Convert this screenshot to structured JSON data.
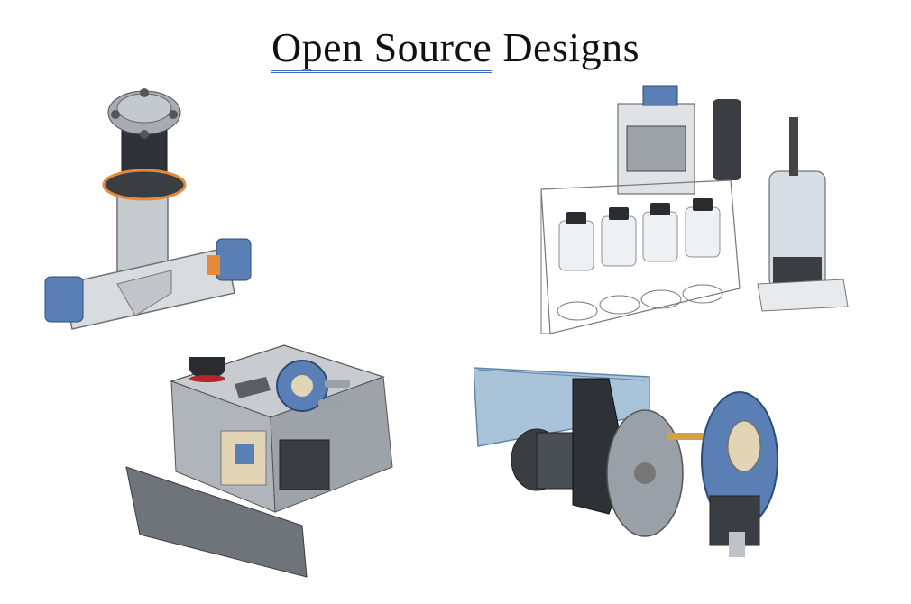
{
  "title": {
    "link_text": "Open Source",
    "rest_text": "Designs"
  },
  "figures": [
    {
      "name": "pipe-flow-cell"
    },
    {
      "name": "bottle-rack-autosampler"
    },
    {
      "name": "pump-control-box"
    },
    {
      "name": "motor-pump-assembly"
    }
  ],
  "colors": {
    "metal": "#b8bcc2",
    "dark": "#2f3237",
    "blue": "#5a7fb5",
    "accent": "#e58a3a",
    "glass": "#d6dde4"
  }
}
